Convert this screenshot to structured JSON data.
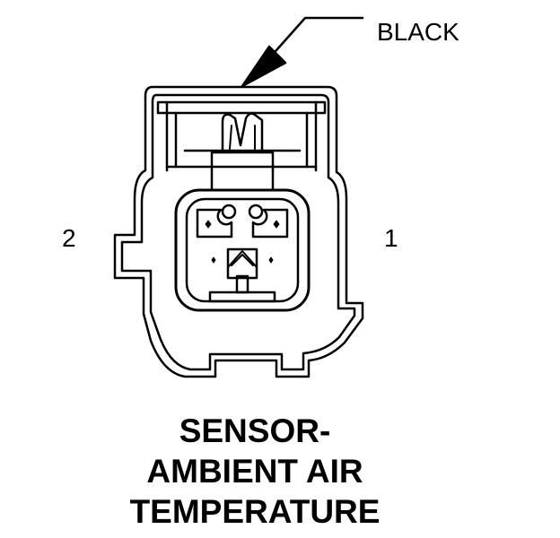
{
  "callouts": {
    "color": "BLACK",
    "pin_left": "2",
    "pin_right": "1"
  },
  "title_lines": [
    "SENSOR-",
    "AMBIENT AIR",
    "TEMPERATURE"
  ],
  "colors": {
    "ink": "#000000",
    "background": "#ffffff"
  }
}
